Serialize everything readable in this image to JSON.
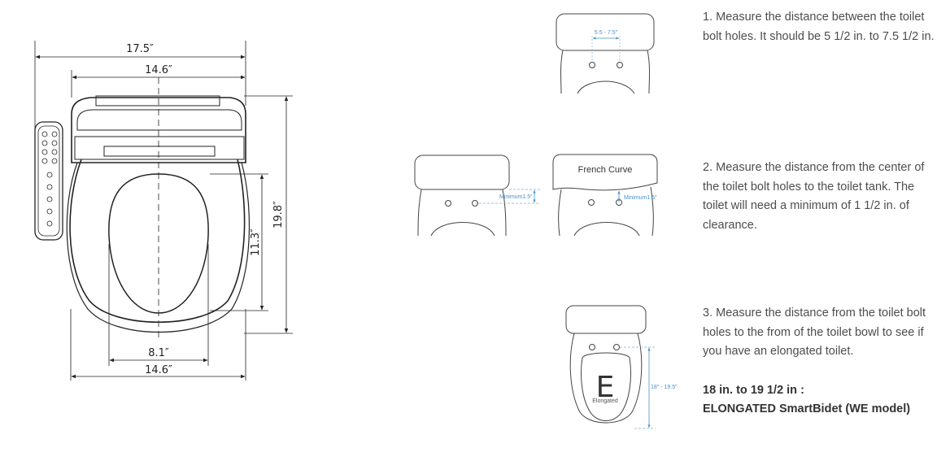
{
  "seat_dimensions": {
    "overall_width": "17.5″",
    "seat_width_top": "14.6″",
    "seat_width_bottom": "14.6″",
    "opening_width": "8.1″",
    "opening_length": "11.3″",
    "overall_length": "19.8″"
  },
  "diagram_labels": {
    "bolt_spacing": "5.5 - 7.5″",
    "clearance_min": "Minimum1.5″",
    "clearance_min_small": "Minimum1.5″",
    "french_curve": "French Curve",
    "elongated_letter": "E",
    "elongated_label": "Elongated",
    "bowl_length": "18″ - 19.5″"
  },
  "instructions": {
    "step1": "1. Measure the distance between the toilet bolt holes. It should be 5 1/2 in. to 7.5 1/2 in.",
    "step2": "2. Measure the distance from the center of the toilet bolt holes to the toilet tank. The toilet will need a minimum of 1 1/2 in. of clearance.",
    "step3": "3. Measure the distance from the toilet bolt holes to the from of the toilet bowl to see if you have an elongated toilet.",
    "answer_line1": "18 in. to 19 1/2 in :",
    "answer_line2": "ELONGATED SmartBidet (WE model)"
  }
}
